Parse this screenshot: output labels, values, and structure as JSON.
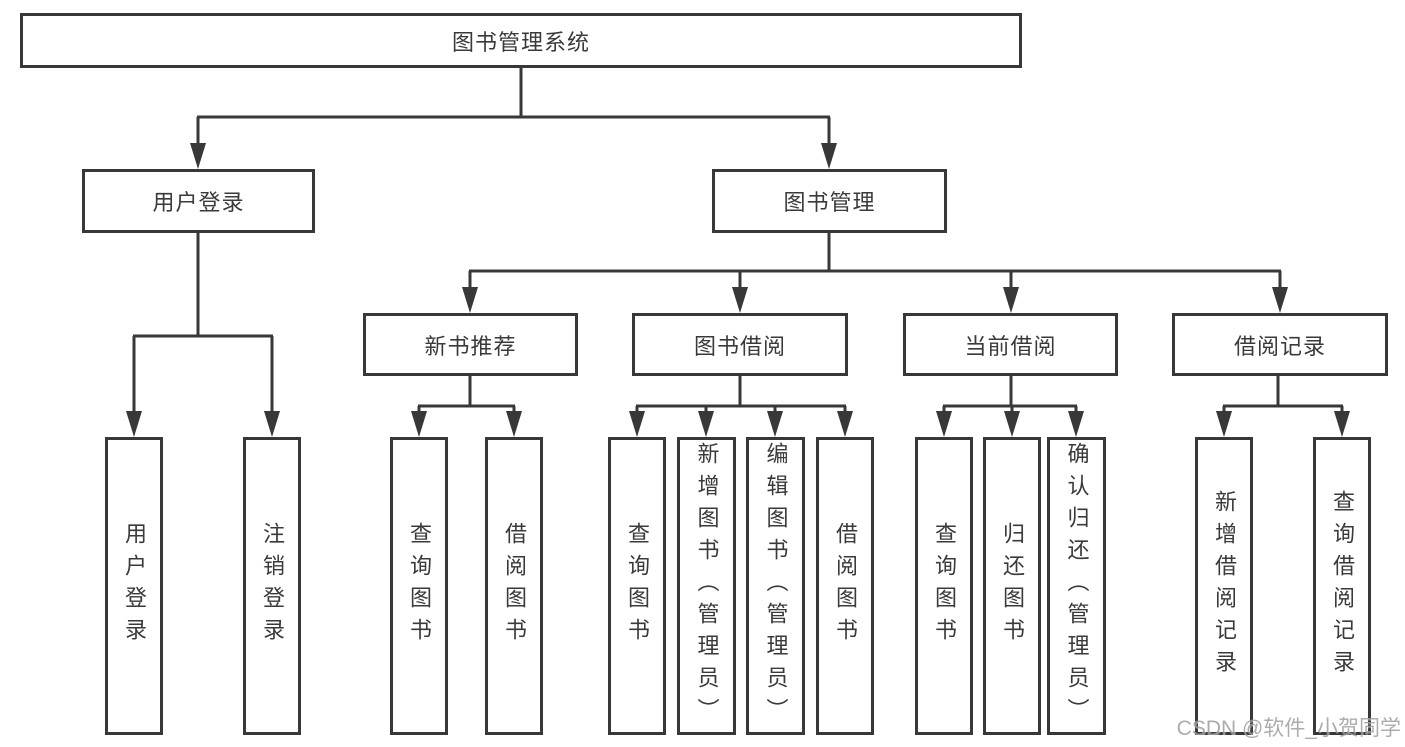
{
  "diagram": {
    "root": {
      "label": "图书管理系统"
    },
    "level2": [
      {
        "label": "用户登录"
      },
      {
        "label": "图书管理"
      }
    ],
    "level3": [
      {
        "label": "新书推荐"
      },
      {
        "label": "图书借阅"
      },
      {
        "label": "当前借阅"
      },
      {
        "label": "借阅记录"
      }
    ],
    "leaves": [
      {
        "label": "用户登录"
      },
      {
        "label": "注销登录"
      },
      {
        "label": "查询图书"
      },
      {
        "label": "借阅图书"
      },
      {
        "label": "查询图书"
      },
      {
        "label": "新增图书（管理员）"
      },
      {
        "label": "编辑图书（管理员）"
      },
      {
        "label": "借阅图书"
      },
      {
        "label": "查询图书"
      },
      {
        "label": "归还图书"
      },
      {
        "label": "确认归还（管理员）"
      },
      {
        "label": "新增借阅记录"
      },
      {
        "label": "查询借阅记录"
      }
    ]
  },
  "watermark": {
    "text": "CSDN @软件_小贺同学"
  },
  "colors": {
    "line": "#383838",
    "box_border": "#383838",
    "text": "#3a3a3a",
    "watermark": "#9e9e9e",
    "background": "#ffffff"
  }
}
